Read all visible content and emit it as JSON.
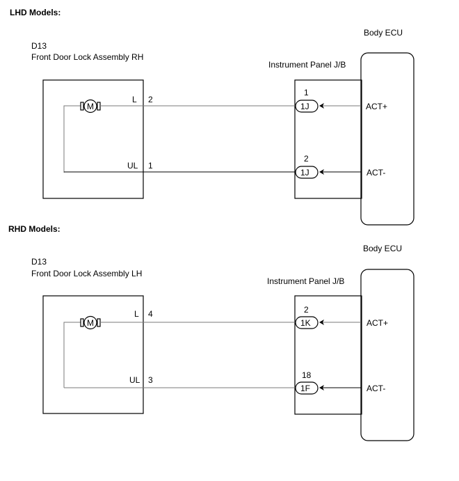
{
  "sections": [
    {
      "heading": "LHD Models:",
      "ecu_label": "Body ECU",
      "device": {
        "code": "D13",
        "name": "Front Door Lock Assembly RH"
      },
      "junction_label": "Instrument Panel J/B",
      "motor_symbol": "M",
      "wires": [
        {
          "signal_label": "L",
          "device_pin": "2",
          "jb_pin": "1",
          "connector": "1J",
          "ecu_terminal": "ACT+"
        },
        {
          "signal_label": "UL",
          "device_pin": "1",
          "jb_pin": "2",
          "connector": "1J",
          "ecu_terminal": "ACT-"
        }
      ]
    },
    {
      "heading": "RHD Models:",
      "ecu_label": "Body ECU",
      "device": {
        "code": "D13",
        "name": "Front Door Lock Assembly LH"
      },
      "junction_label": "Instrument Panel J/B",
      "motor_symbol": "M",
      "wires": [
        {
          "signal_label": "L",
          "device_pin": "4",
          "jb_pin": "2",
          "connector": "1K",
          "ecu_terminal": "ACT+"
        },
        {
          "signal_label": "UL",
          "device_pin": "3",
          "jb_pin": "18",
          "connector": "1F",
          "ecu_terminal": "ACT-"
        }
      ]
    }
  ]
}
